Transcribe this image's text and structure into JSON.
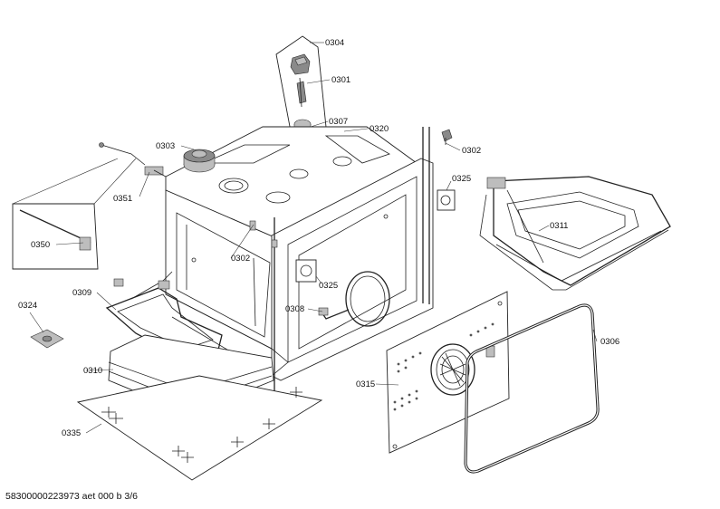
{
  "diagram": {
    "part_labels": {
      "p0304": "0304",
      "p0301": "0301",
      "p0307": "0307",
      "p0320": "0320",
      "p0303": "0303",
      "p0302a": "0302",
      "p0302b": "0302",
      "p0325a": "0325",
      "p0325b": "0325",
      "p0351": "0351",
      "p0350": "0350",
      "p0311": "0311",
      "p0324": "0324",
      "p0309": "0309",
      "p0308": "0308",
      "p0306": "0306",
      "p0310": "0310",
      "p0315": "0315",
      "p0335": "0335"
    },
    "footer": "58300000223973 aet 000 b 3/6"
  }
}
